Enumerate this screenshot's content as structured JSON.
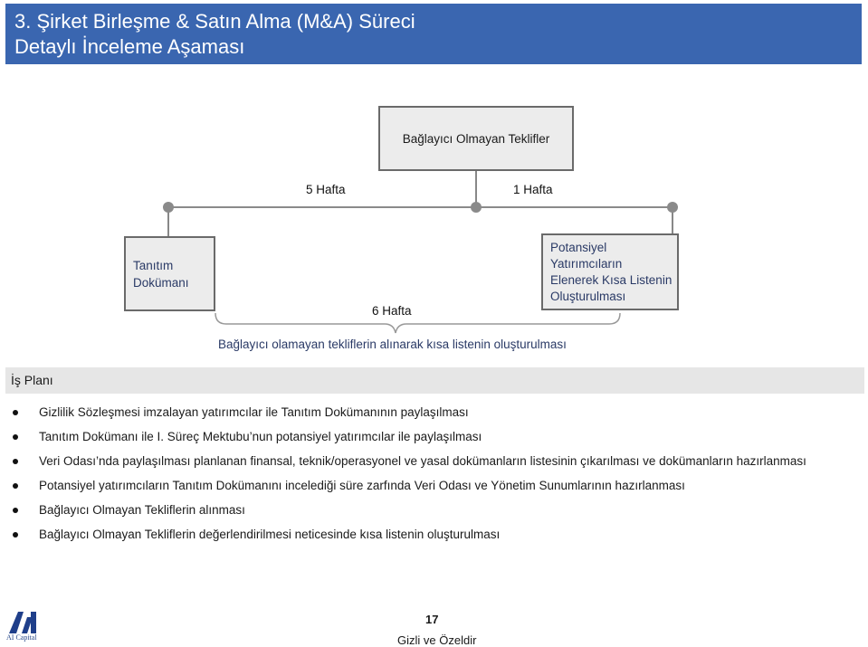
{
  "header": {
    "title_line1": "3. Şirket Birleşme & Satın Alma (M&A) Süreci",
    "title_line2": "Detaylı İnceleme Aşaması"
  },
  "diagram": {
    "top_box": "Bağlayıcı Olmayan Teklifler",
    "left_box": [
      "Tanıtım",
      "Dokümanı"
    ],
    "right_box": [
      "Potansiyel",
      "Yatırımcıların",
      "Elenerek Kısa Listenin",
      "Oluşturulması"
    ],
    "label_5_weeks": "5 Hafta",
    "label_1_week": "1 Hafta",
    "label_6_weeks": "6 Hafta",
    "caption": "Bağlayıcı olamayan tekliflerin alınarak kısa listenin oluşturulması"
  },
  "plan": {
    "heading": "İş Planı",
    "items": [
      "Gizlilik Sözleşmesi imzalayan yatırımcılar ile Tanıtım Dokümanının paylaşılması",
      "Tanıtım Dokümanı ile I. Süreç Mektubu’nun potansiyel yatırımcılar ile paylaşılması",
      "Veri Odası’nda paylaşılması planlanan finansal, teknik/operasyonel ve yasal dokümanların listesinin çıkarılması ve dokümanların hazırlanması",
      "Potansiyel  yatırımcıların Tanıtım Dokümanını incelediği süre zarfında Veri Odası ve Yönetim Sunumlarının hazırlanması",
      "Bağlayıcı Olmayan Tekliflerin alınması",
      "Bağlayıcı Olmayan Tekliflerin değerlendirilmesi neticesinde kısa listenin oluşturulması"
    ]
  },
  "footer": {
    "page_number": "17",
    "confidential": "Gizli ve Özeldir",
    "logo_text": "AI Capital"
  }
}
